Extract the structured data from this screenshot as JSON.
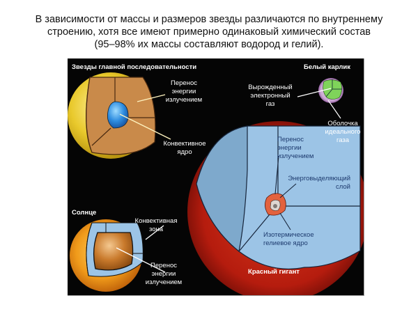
{
  "caption": {
    "line1": "В зависимости от массы и размеров звезды различаются по внутреннему",
    "line2": "строению, хотя все имеют примерно одинаковый химический состав",
    "line3": "(95–98% их массы составляют водород и гелий)."
  },
  "diagram": {
    "main_sequence": {
      "title": "Звезды главной последовательности",
      "label_radiative": [
        "Перенос",
        "энергии",
        "излучением"
      ],
      "label_core": [
        "Конвективное",
        "ядро"
      ]
    },
    "white_dwarf": {
      "title": "Белый карлик",
      "label_degenerate": [
        "Вырожденный",
        "электронный",
        "газ"
      ],
      "label_shell": [
        "Оболочка",
        "идеального",
        "газа"
      ]
    },
    "red_giant": {
      "title": "Красный гигант",
      "label_radiative": [
        "Перенос",
        "энергии",
        "излучением"
      ],
      "label_energy_layer": [
        "Энерговыделяющий",
        "слой"
      ],
      "label_core": [
        "Изотермическое",
        "гелиевое ядро"
      ]
    },
    "sun": {
      "title": "Солнце",
      "label_convective": [
        "Конвективная",
        "зона"
      ],
      "label_radiative": [
        "Перенос",
        "энергии",
        "излучением"
      ]
    }
  },
  "colors": {
    "panel_bg": "#050505",
    "yellow_star": "#e8c830",
    "orange_layer": "#c98a4a",
    "blue_core": "#2f8fe0",
    "red_giant": "#b81d10",
    "light_blue": "#9cc4e6",
    "white_dwarf_green": "#7fd45a"
  }
}
